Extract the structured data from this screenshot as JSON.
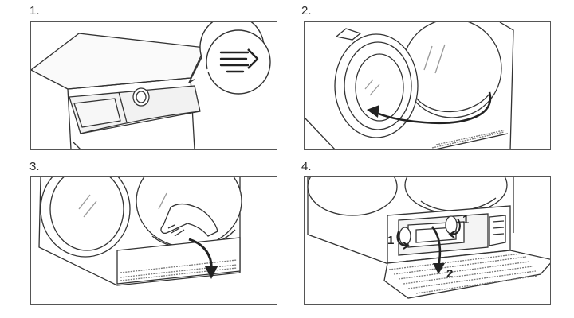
{
  "steps": [
    {
      "number": "1.",
      "callouts": []
    },
    {
      "number": "2.",
      "callouts": []
    },
    {
      "number": "3.",
      "callouts": []
    },
    {
      "number": "4.",
      "callouts": [
        "1",
        "1",
        "2"
      ]
    }
  ],
  "icons": {
    "step1": "program-menu-icon",
    "step2": "door-open-arrow",
    "step3": "panel-flap-down-arrow",
    "step4": "filter-release-arrow"
  }
}
